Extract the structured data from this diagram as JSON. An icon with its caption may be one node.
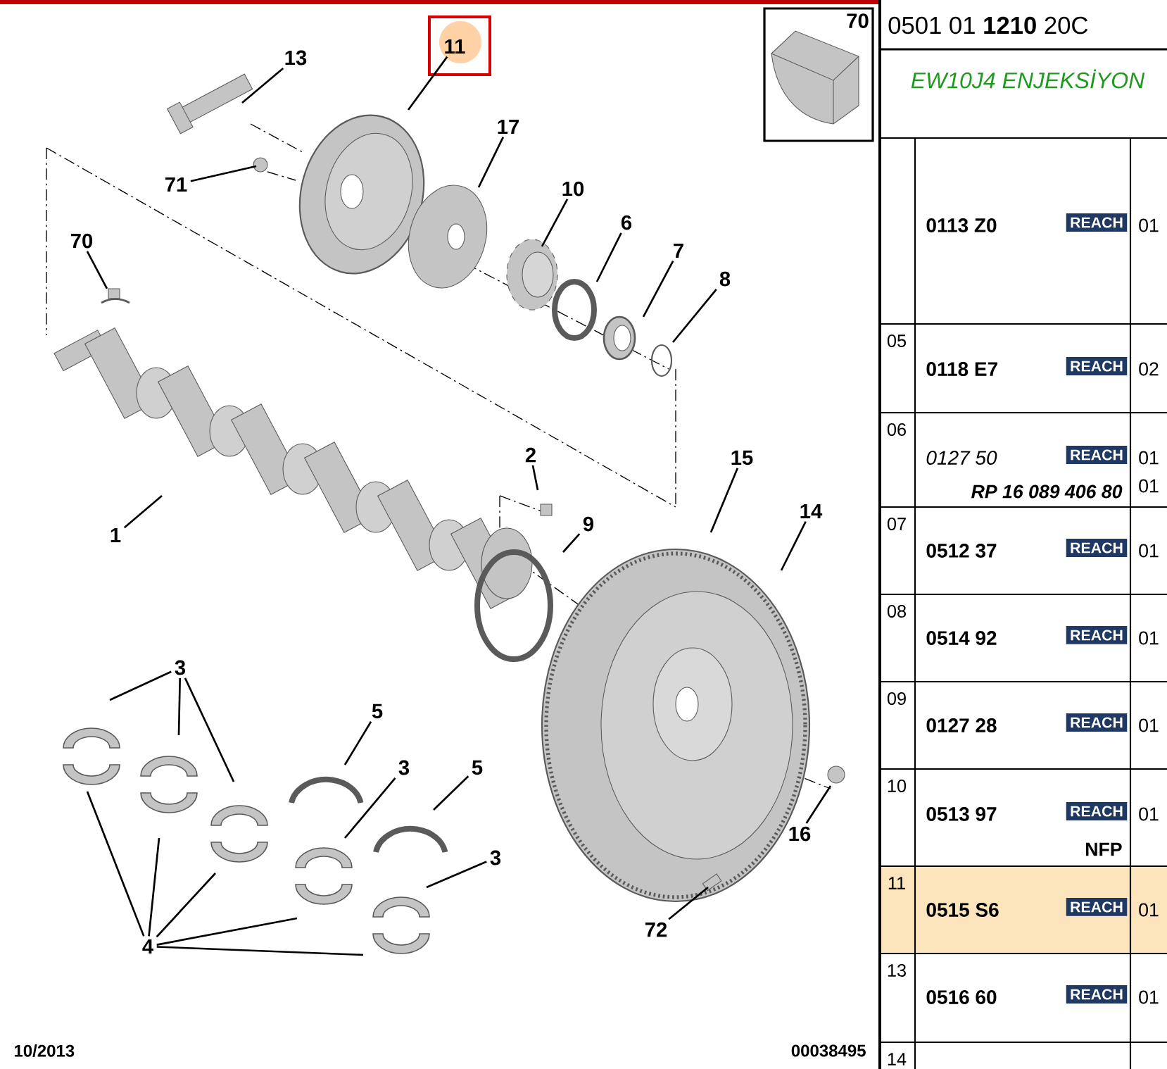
{
  "diagram": {
    "title": "0501 01 **1210** 20C",
    "nodes": [
      {
        "text": [
          "11"
        ]
      },
      {
        "text": [
          "13"
        ]
      },
      {
        "text": [
          "17"
        ]
      },
      {
        "text": [
          "71"
        ]
      },
      {
        "text": [
          "10"
        ]
      },
      {
        "text": [
          "6"
        ]
      },
      {
        "text": [
          "70"
        ]
      },
      {
        "text": [
          "7"
        ]
      },
      {
        "text": [
          "8"
        ]
      },
      {
        "text": [
          "2"
        ]
      },
      {
        "text": [
          "15"
        ]
      },
      {
        "text": [
          "9"
        ]
      },
      {
        "text": [
          "14"
        ]
      },
      {
        "text": [
          "1"
        ]
      },
      {
        "text": [
          "3"
        ]
      },
      {
        "text": [
          "5"
        ]
      },
      {
        "text": [
          "3"
        ]
      },
      {
        "text": [
          "5"
        ]
      },
      {
        "text": [
          "3"
        ]
      },
      {
        "text": [
          "16"
        ]
      },
      {
        "text": [
          "4"
        ]
      },
      {
        "text": [
          "72"
        ]
      }
    ],
    "edges": [
      {
        "from": 0,
        "to": null,
        "arrow": "none"
      },
      {
        "from": 1,
        "to": null,
        "arrow": "none"
      },
      {
        "from": 2,
        "to": null,
        "arrow": "none"
      },
      {
        "from": 3,
        "to": null,
        "arrow": "none"
      },
      {
        "from": 4,
        "to": null,
        "arrow": "none"
      },
      {
        "from": 5,
        "to": null,
        "arrow": "none"
      },
      {
        "from": 6,
        "to": null,
        "arrow": "none"
      },
      {
        "from": 7,
        "to": null,
        "arrow": "none"
      },
      {
        "from": 8,
        "to": null,
        "arrow": "none"
      },
      {
        "from": 9,
        "to": null,
        "arrow": "none"
      },
      {
        "from": 10,
        "to": null,
        "arrow": "none"
      },
      {
        "from": 11,
        "to": null,
        "arrow": "none"
      },
      {
        "from": 12,
        "to": null,
        "arrow": "none"
      },
      {
        "from": 13,
        "to": null,
        "arrow": "none"
      },
      {
        "from": 14,
        "to": null,
        "arrow": "none"
      },
      {
        "from": 14,
        "to": null,
        "arrow": "none"
      },
      {
        "from": 14,
        "to": null,
        "arrow": "none"
      },
      {
        "from": 15,
        "to": null,
        "arrow": "none"
      },
      {
        "from": 16,
        "to": null,
        "arrow": "none"
      },
      {
        "from": 17,
        "to": null,
        "arrow": "none"
      },
      {
        "from": 18,
        "to": null,
        "arrow": "none"
      },
      {
        "from": 19,
        "to": null,
        "arrow": "none"
      },
      {
        "from": 20,
        "to": null,
        "arrow": "none"
      },
      {
        "from": 20,
        "to": null,
        "arrow": "none"
      },
      {
        "from": 20,
        "to": null,
        "arrow": "none"
      },
      {
        "from": 20,
        "to": null,
        "arrow": "none"
      },
      {
        "from": 20,
        "to": null,
        "arrow": "none"
      },
      {
        "from": 21,
        "to": null,
        "arrow": "none"
      }
    ],
    "labels": [
      "70",
      "EW10J4 ENJEKSİYON",
      "0113 Z0",
      "REACH",
      "01",
      "05",
      "0118 E7",
      "REACH",
      "02",
      "06",
      "0127 50",
      "REACH",
      "01",
      "RP 16 089 406 80",
      "01",
      "07",
      "0512 37",
      "REACH",
      "01",
      "08",
      "0514 92",
      "REACH",
      "01",
      "09",
      "0127 28",
      "REACH",
      "01",
      "10",
      "0513 97",
      "REACH",
      "01",
      "NFP",
      "11",
      "0515 S6",
      "REACH",
      "01",
      "13",
      "0516 60",
      "REACH",
      "01",
      "14",
      "10/2013",
      "00038495"
    ]
  }
}
